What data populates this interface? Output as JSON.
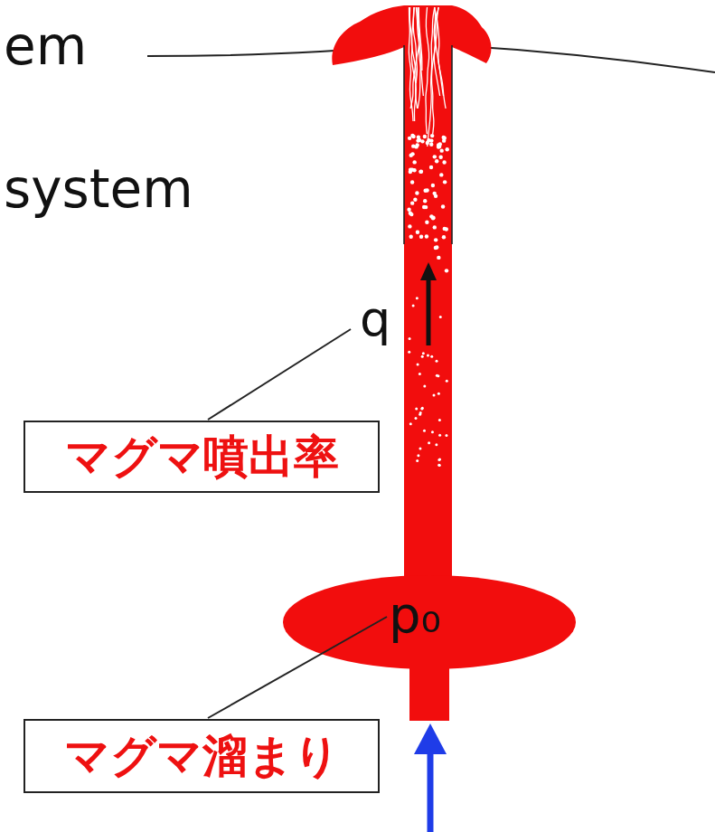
{
  "diagram": {
    "nodes": [
      {
        "text": [
          "マグマ噴出率"
        ]
      },
      {
        "text": [
          "マグマ溜まり"
        ]
      }
    ],
    "labels": [
      "em",
      "system",
      "q",
      "p₀"
    ]
  }
}
